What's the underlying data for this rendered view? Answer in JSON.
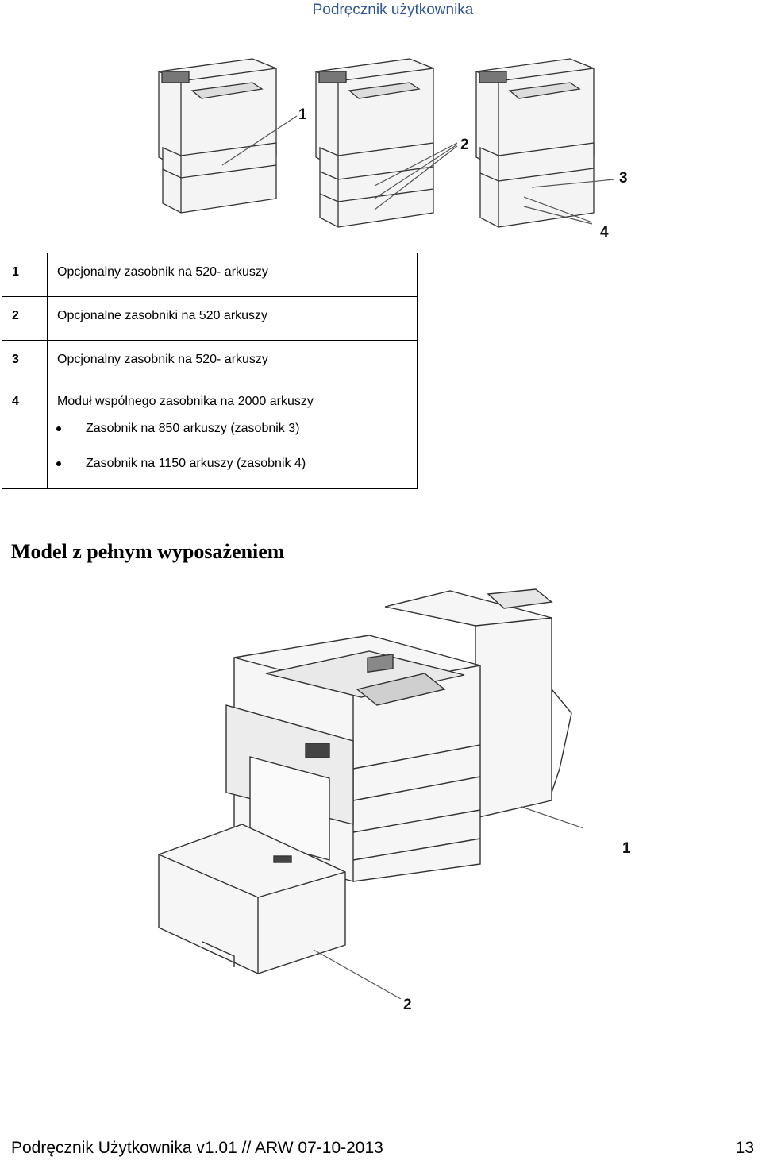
{
  "header": {
    "title": "Podręcznik użytkownika"
  },
  "top_figure": {
    "callouts": [
      "1",
      "2",
      "3",
      "4"
    ]
  },
  "legend": [
    {
      "num": "1",
      "text": "Opcjonalny zasobnik na 520- arkuszy"
    },
    {
      "num": "2",
      "text": "Opcjonalne zasobniki na 520 arkuszy"
    },
    {
      "num": "3",
      "text": "Opcjonalny zasobnik na 520- arkuszy"
    },
    {
      "num": "4",
      "text": "Moduł wspólnego zasobnika na 2000 arkuszy",
      "bullets": [
        "Zasobnik na 850 arkuszy (zasobnik 3)",
        "Zasobnik na 1150 arkuszy (zasobnik 4)"
      ]
    }
  ],
  "section": {
    "heading": "Model z pełnym wyposażeniem"
  },
  "bottom_figure": {
    "callouts": [
      "1",
      "2"
    ]
  },
  "footer": {
    "left": "Podręcznik Użytkownika v1.01 // ARW 07-10-2013",
    "page": "13"
  }
}
